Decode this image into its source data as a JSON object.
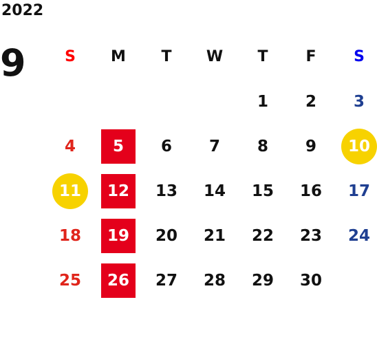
{
  "calendar": {
    "year": "2022",
    "month": "9",
    "weekdays": [
      "S",
      "M",
      "T",
      "W",
      "T",
      "F",
      "S"
    ],
    "weeks": [
      [
        "",
        "",
        "",
        "",
        "1",
        "2",
        "3"
      ],
      [
        "4",
        "5",
        "6",
        "7",
        "8",
        "9",
        "10"
      ],
      [
        "11",
        "12",
        "13",
        "14",
        "15",
        "16",
        "17"
      ],
      [
        "18",
        "19",
        "20",
        "21",
        "22",
        "23",
        "24"
      ],
      [
        "25",
        "26",
        "27",
        "28",
        "29",
        "30",
        ""
      ]
    ],
    "highlighted_red_box": [
      "5",
      "12",
      "19",
      "26"
    ],
    "highlighted_yellow_circle": [
      "10",
      "11"
    ]
  },
  "colors": {
    "sunday": "#e0251b",
    "saturday": "#1f3f91",
    "weekday": "#111111",
    "red_box": "#e4001b",
    "yellow_circle": "#f7d200"
  }
}
